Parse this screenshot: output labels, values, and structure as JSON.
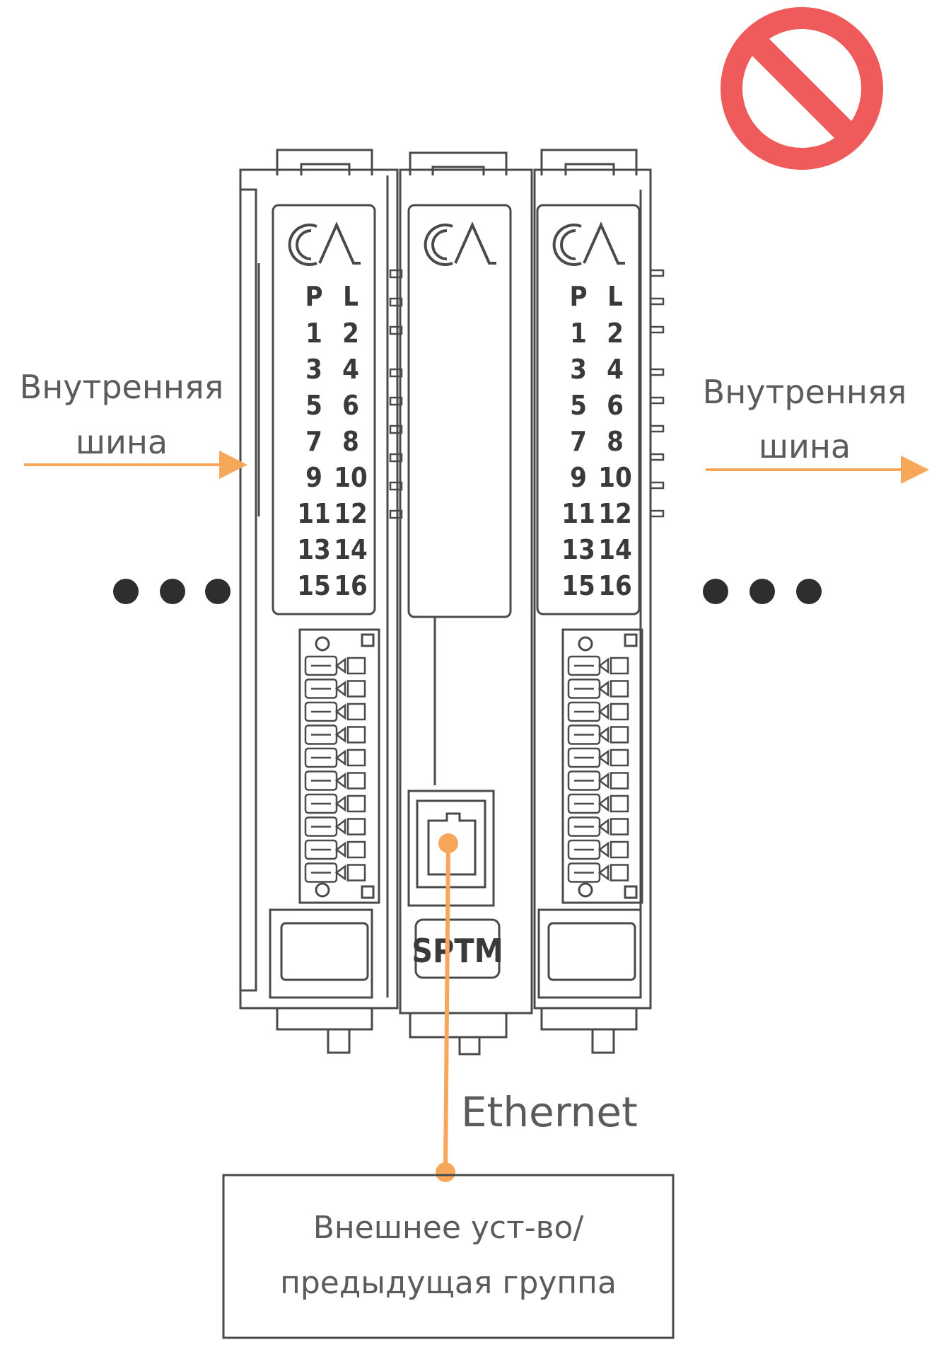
{
  "left_bus": {
    "line1": "Внутренняя",
    "line2": "шина"
  },
  "right_bus": {
    "line1": "Внутренняя",
    "line2": "шина"
  },
  "left_module": {
    "logo": "CA",
    "header": [
      "P",
      "L"
    ],
    "channels": [
      [
        "1",
        "2"
      ],
      [
        "3",
        "4"
      ],
      [
        "5",
        "6"
      ],
      [
        "7",
        "8"
      ],
      [
        "9",
        "10"
      ],
      [
        "11",
        "12"
      ],
      [
        "13",
        "14"
      ],
      [
        "15",
        "16"
      ]
    ]
  },
  "right_module": {
    "logo": "CA",
    "header": [
      "P",
      "L"
    ],
    "channels": [
      [
        "1",
        "2"
      ],
      [
        "3",
        "4"
      ],
      [
        "5",
        "6"
      ],
      [
        "7",
        "8"
      ],
      [
        "9",
        "10"
      ],
      [
        "11",
        "12"
      ],
      [
        "13",
        "14"
      ],
      [
        "15",
        "16"
      ]
    ]
  },
  "center_module": {
    "logo": "CA",
    "badge": "SPTM"
  },
  "ethernet_label": "Ethernet",
  "external_device": {
    "line1": "Внешнее уст-во/",
    "line2": "предыдущая группа"
  },
  "icons": {
    "prohibited": "prohibited-icon",
    "ellipsis": "ellipsis-icon"
  },
  "colors": {
    "accent": "#f6a75a",
    "prohibited": "#ef5a5a",
    "outline": "#4a4a4a"
  }
}
